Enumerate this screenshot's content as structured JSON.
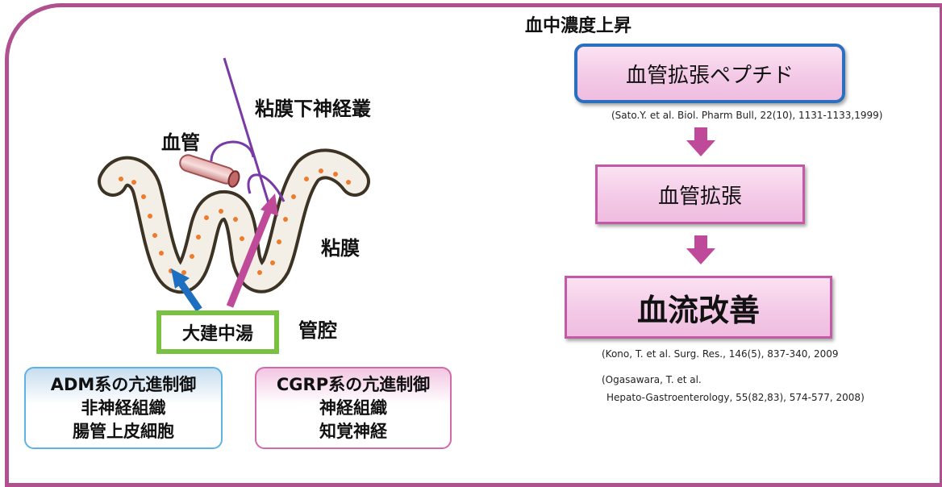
{
  "left": {
    "label_blood_vessel": "血管",
    "label_nerve_plexus": "粘膜下神経叢",
    "label_mucosa": "粘膜",
    "label_lumen": "管腔",
    "drug_name": "大建中湯",
    "adm_box": {
      "title": "ADM系の亢進制御",
      "line1": "非神経組織",
      "line2": "腸管上皮細胞"
    },
    "cgrp_box": {
      "title": "CGRP系の亢進制御",
      "line1": "神経組織",
      "line2": "知覚神経"
    }
  },
  "right": {
    "header": "血中濃度上昇",
    "step1": "血管拡張ペプチド",
    "ref1": "(Sato.Y. et al. Biol. Pharm Bull, 22(10), 1131-1133,1999)",
    "step2": "血管拡張",
    "step3": "血流改善",
    "ref2": "(Kono, T. et al. Surg. Res., 146(5), 837-340, 2009",
    "ref3_line1": "(Ogasawara, T. et al.",
    "ref3_line2": "Hepato-Gastroenterology, 55(82,83), 574-577, 2008)"
  },
  "colors": {
    "frame": "#b0508f",
    "pink_border": "#c25aa6",
    "blue_border": "#2b6fbf",
    "arrow_pink": "#c04a9a",
    "arrow_blue": "#1e6fc0",
    "green": "#7ac142",
    "mucosa_outline": "#3c3324",
    "cell_dot": "#f07a2a",
    "nerve": "#7a3aa6"
  }
}
